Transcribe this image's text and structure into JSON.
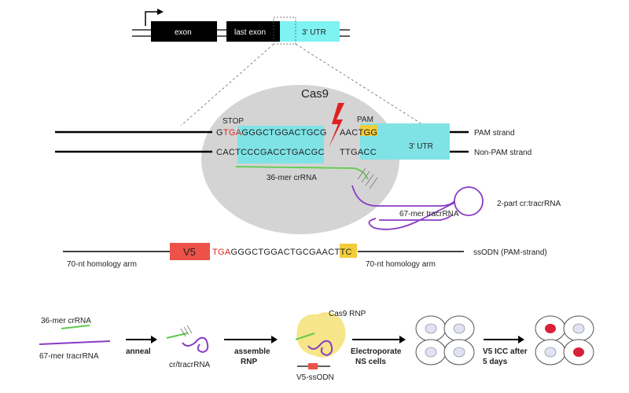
{
  "gene": {
    "exon_label": "exon",
    "last_exon_label": "last exon",
    "utr_label": "3' UTR"
  },
  "cas9_label": "Cas9",
  "target": {
    "stop_label": "STOP",
    "pam_label": "PAM",
    "pam_strand": {
      "seq_red": "TGA",
      "seq_pre": "G",
      "seq_protospacer": "GGGCTGGACTGCG",
      "seq_aac": "AAC",
      "seq_pam": "TGG",
      "label": "PAM strand"
    },
    "nonpam_strand": {
      "seq_left": "CACTCCCGACCTGACGC",
      "seq_right": "TTGACC",
      "label": "Non-PAM strand"
    },
    "utr_label": "3' UTR"
  },
  "rna": {
    "crrna_label": "36-mer crRNA",
    "tracr_label": "67-mer tracrRNA",
    "twopart_label": "2-part cr:tracrRNA"
  },
  "ssodn": {
    "v5_label": "V5",
    "seq_red": "TGA",
    "seq_mid": "GGGCTGGACTGCGAAC",
    "seq_ttc": "TTC",
    "left_arm": "70-nt homology arm",
    "right_arm": "70-nt homology arm",
    "label": "ssODN (PAM-strand)"
  },
  "workflow": {
    "crrna_label": "36-mer crRNA",
    "tracr_label": "67-mer tracrRNA",
    "anneal": "anneal",
    "cr_tracr_label": "cr/tracrRNA",
    "assemble_1": "assemble",
    "assemble_2": "RNP",
    "rnp_label": "Cas9 RNP",
    "ssodn_label": "V5-ssODN",
    "electro_1": "Electroporate",
    "electro_2": "NS cells",
    "icc_1": "V5 ICC after",
    "icc_2": "5 days"
  },
  "colors": {
    "exon": "#000000",
    "utr": "#7ff2f2",
    "cyan_box": "#7fe3e6",
    "stop_red": "#e02020",
    "pam_yellow": "#f2cc3a",
    "ellipse": "#d4d4d4",
    "crrna_green": "#5ecb4b",
    "tracr_purple": "#8a3cc4",
    "v5_red": "#ec5248",
    "cell_fill": "#dfe3f4",
    "cell_red": "#d8203a",
    "rnp_yellow": "#f6e58a"
  }
}
